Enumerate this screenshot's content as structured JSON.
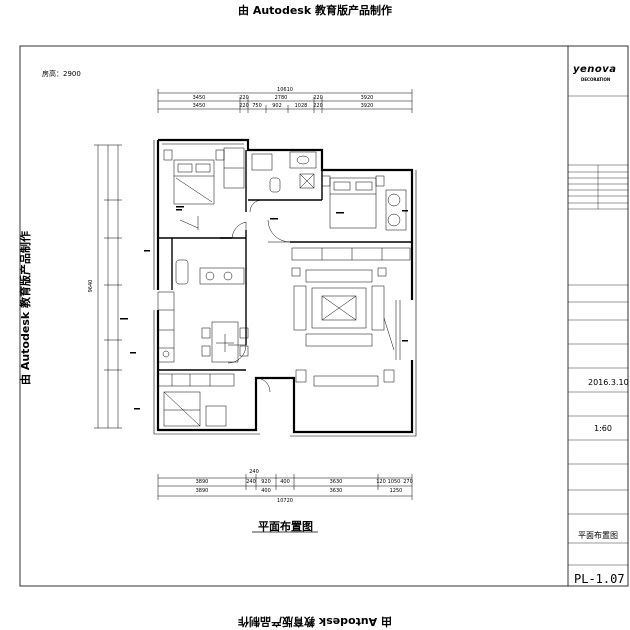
{
  "watermark": "由 Autodesk 教育版产品制作",
  "ceiling_height": "房高：2900",
  "drawing_title": "平面布置图",
  "company": {
    "brand": "yenova",
    "brand_sub": "DECORATION"
  },
  "title_block": {
    "date": "2016.3.10",
    "scale": "1:60",
    "drawing_name": "平面布置图",
    "sheet_no": "PL-1.07"
  },
  "dimensions": {
    "top_total": "10610",
    "top_row1": [
      "3450",
      "220",
      "2780",
      "220",
      "3920"
    ],
    "top_row2": [
      "3450",
      "220",
      "750",
      "902",
      "1028",
      "220",
      "3920"
    ],
    "bottom_row1": [
      "3890",
      "240",
      "920",
      "400",
      "3630",
      "120",
      "1050",
      "270"
    ],
    "bottom_row2": [
      "3890",
      "400",
      "3630",
      "1250"
    ],
    "bottom_total": "10720",
    "bottom_note": "240",
    "left_total": "9640"
  },
  "colors": {
    "line": "#000000",
    "paper": "#ffffff"
  }
}
